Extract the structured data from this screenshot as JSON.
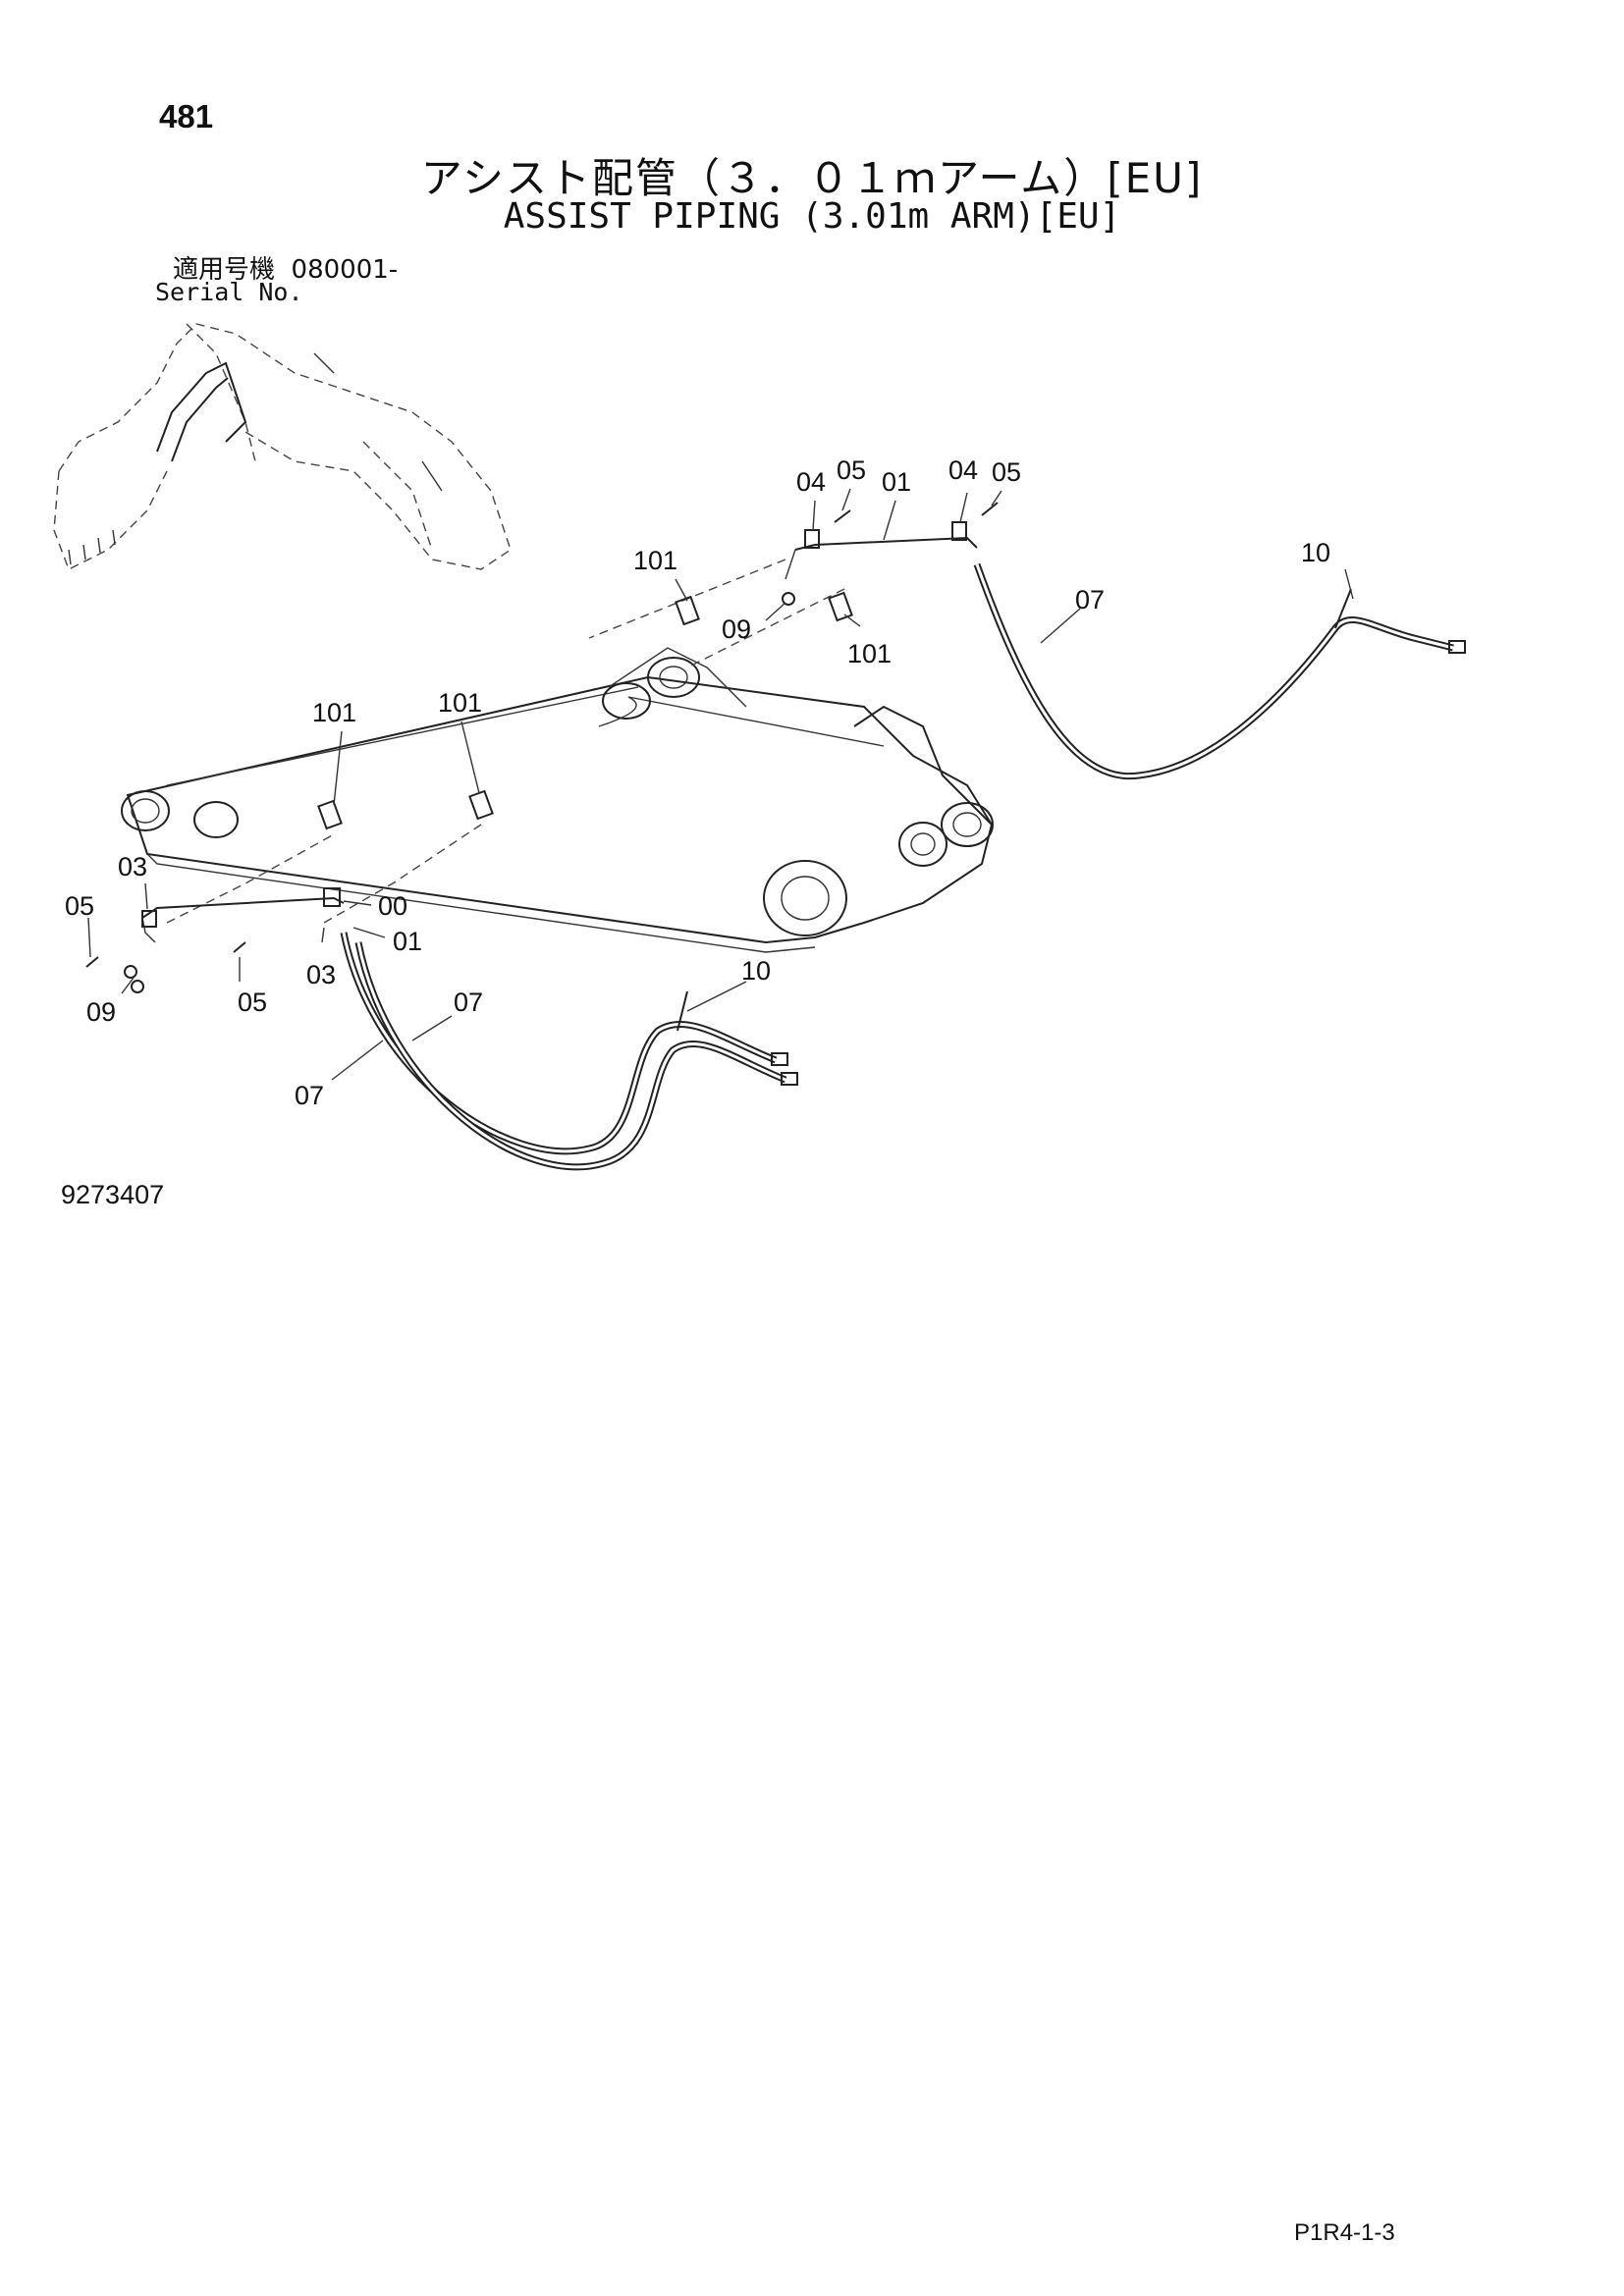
{
  "page_number": "481",
  "title_jp": "アシスト配管（３．０１ｍアーム）[EU]",
  "title_en": "ASSIST PIPING (3.01m ARM)[EU]",
  "serial": {
    "label_jp": "適用号機",
    "value": "080001-",
    "label_en": "Serial No."
  },
  "part_labels": {
    "p04a": "04",
    "p05a": "05",
    "p01a": "01",
    "p04b": "04",
    "p05b": "05",
    "p10a": "10",
    "p101a": "101",
    "p07a": "07",
    "p09a": "09",
    "p101b": "101",
    "p101c": "101",
    "p101d": "101",
    "p03a": "03",
    "p05c": "05",
    "p00": "00",
    "p01b": "01",
    "p09b": "09",
    "p03b": "03",
    "p05d": "05",
    "p07b": "07",
    "p07c": "07",
    "p10b": "10"
  },
  "figure_number": "9273407",
  "page_code": "P1R4-1-3"
}
